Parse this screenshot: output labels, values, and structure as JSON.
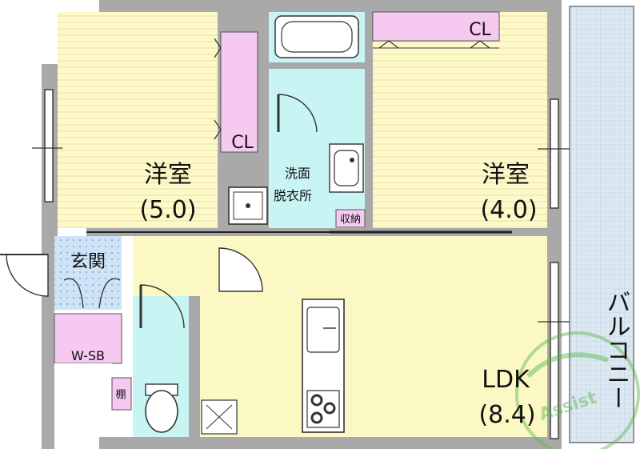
{
  "rooms": {
    "western_room_1": {
      "name": "洋室",
      "size": "(5.0)"
    },
    "western_room_2": {
      "name": "洋室",
      "size": "(4.0)"
    },
    "ldk": {
      "name": "LDK",
      "size": "(8.4)"
    },
    "washroom": {
      "line1": "洗面",
      "line2": "脱衣所"
    },
    "entrance": {
      "name": "玄関"
    },
    "walk_in_shoe_box": {
      "name": "W-SB"
    },
    "shelf": {
      "name": "棚"
    },
    "storage": {
      "name": "収納"
    },
    "closet_1": {
      "name": "CL"
    },
    "closet_2": {
      "name": "CL"
    },
    "balcony": {
      "name": "バルコニー"
    }
  },
  "watermark": {
    "text": "Assist"
  },
  "colors": {
    "wall": "#a9a9a9",
    "room_floor": "#fdf9c9",
    "ldk_floor": "#fbf8c4",
    "wet_area": "#c8f4f4",
    "closet": "#f5c9f0",
    "entrance_tile": "#cfe3f7",
    "balcony": "#d8e8f2",
    "watermark": "#5ab54a"
  }
}
